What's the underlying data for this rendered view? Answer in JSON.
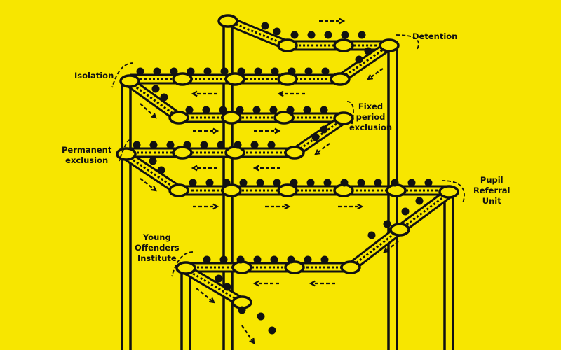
{
  "colors": {
    "background": "#f7e600",
    "ink": "#111111"
  },
  "labels": {
    "detention": "Detention",
    "isolation": "Isolation",
    "fixed_period": [
      "Fixed",
      "period",
      "exclusion"
    ],
    "permanent": [
      "Permanent",
      "exclusion"
    ],
    "pupil_referral": [
      "Pupil",
      "Referral",
      "Unit"
    ],
    "young_offenders": [
      "Young",
      "Offenders",
      "Institute"
    ]
  }
}
